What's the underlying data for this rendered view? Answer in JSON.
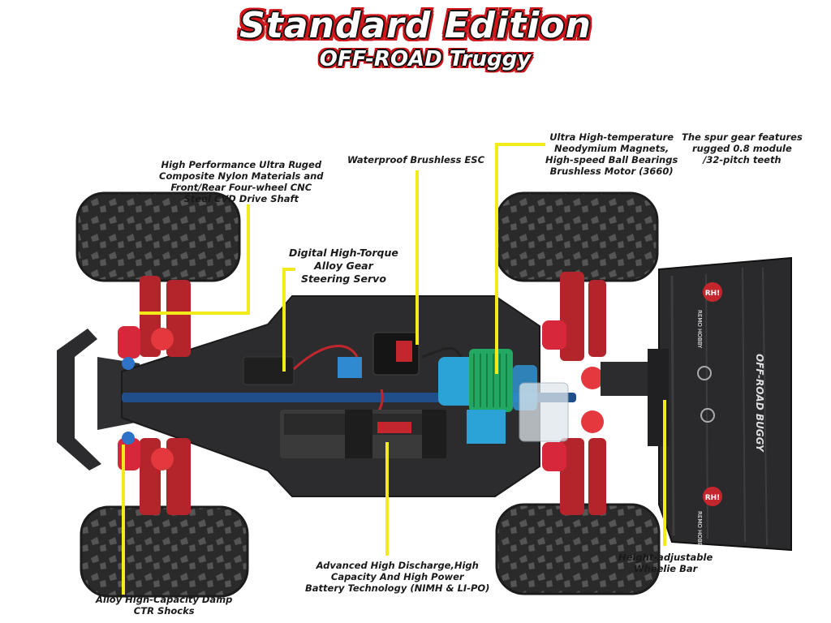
{
  "title": {
    "main": "Standard Edition",
    "sub": "OFF-ROAD  Truggy"
  },
  "callouts": {
    "drive_shaft": [
      "High Performance Ultra Ruged",
      "Composite Nylon Materials and",
      "Front/Rear Four-wheel CNC",
      "Steel CVD Drive Shaft"
    ],
    "esc": [
      "Waterproof Brushless ESC"
    ],
    "servo": [
      "Digital High-Torque",
      "Alloy Gear",
      "Steering Servo"
    ],
    "motor": [
      "Ultra High-temperature",
      "Neodymium Magnets,",
      "High-speed Ball Bearings",
      "Brushless Motor (3660)"
    ],
    "spur_gear": [
      "The spur gear features",
      "rugged 0.8 module",
      "/32-pitch teeth"
    ],
    "battery": [
      "Advanced High Discharge,High",
      "Capacity And High Power",
      "Battery Technology (NIMH & LI-PO)"
    ],
    "shocks": [
      "Alloy High-Capacity Damp",
      "CTR Shocks"
    ],
    "wheelie_bar": [
      "Height-adjustable",
      "Wheelie Bar"
    ]
  },
  "decals": {
    "brand": "RH!",
    "brand_text": "REMO HOBBY",
    "wing_text": "OFF-ROAD BUGGY"
  },
  "colors": {
    "title_red": "#d2151b",
    "callout_line": "#f3ea1c",
    "chassis": "#2c2c2e",
    "suspension_red": "#b3252a",
    "motor_blue": "#2ba3d6",
    "heatsink_green": "#22a861"
  }
}
